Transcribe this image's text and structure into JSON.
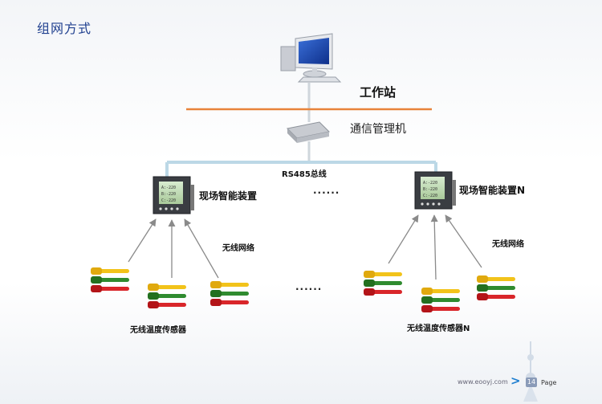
{
  "title": "组网方式",
  "workstation_label": "工作站",
  "manager_label": "通信管理机",
  "bus_label": "RS485总线",
  "device1_label": "现场智能装置",
  "deviceN_label": "现场智能装置N",
  "network1_label": "无线网络",
  "network2_label": "无线网络",
  "sensors1_label": "无线温度传感器",
  "sensorsN_label": "无线温度传感器N",
  "ellipsis_devices": "······",
  "ellipsis_sensors": "······",
  "device_screen_text": [
    "A:-220",
    "B:-220",
    "C:-220"
  ],
  "footer": {
    "url": "www.eooyj.com",
    "arrow": ">",
    "page_number": "14",
    "page_label": "Page"
  },
  "colors": {
    "orange_line": "#e8833a",
    "bus_line": "#bcd8e6",
    "title": "#1f3f8f",
    "arrow": "#8a8a8a",
    "sensor_yellow": "#f2c31a",
    "sensor_green": "#2f8b2f",
    "sensor_red": "#d9262a"
  }
}
